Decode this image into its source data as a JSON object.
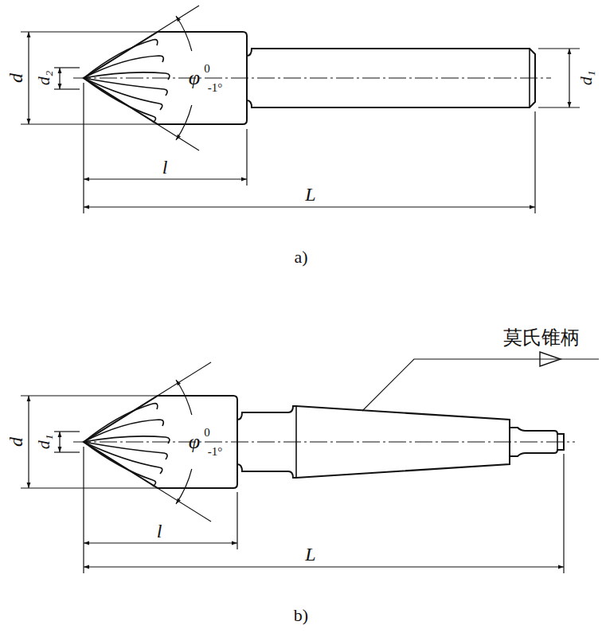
{
  "diagram": {
    "labels": [
      "d",
      "d₂",
      "φ",
      "0",
      "-1°",
      "d₁",
      "l",
      "L",
      "a)",
      "d",
      "d₁",
      "φ",
      "0",
      "-1°",
      "莫氏锥柄",
      "l",
      "L",
      "b)"
    ]
  }
}
